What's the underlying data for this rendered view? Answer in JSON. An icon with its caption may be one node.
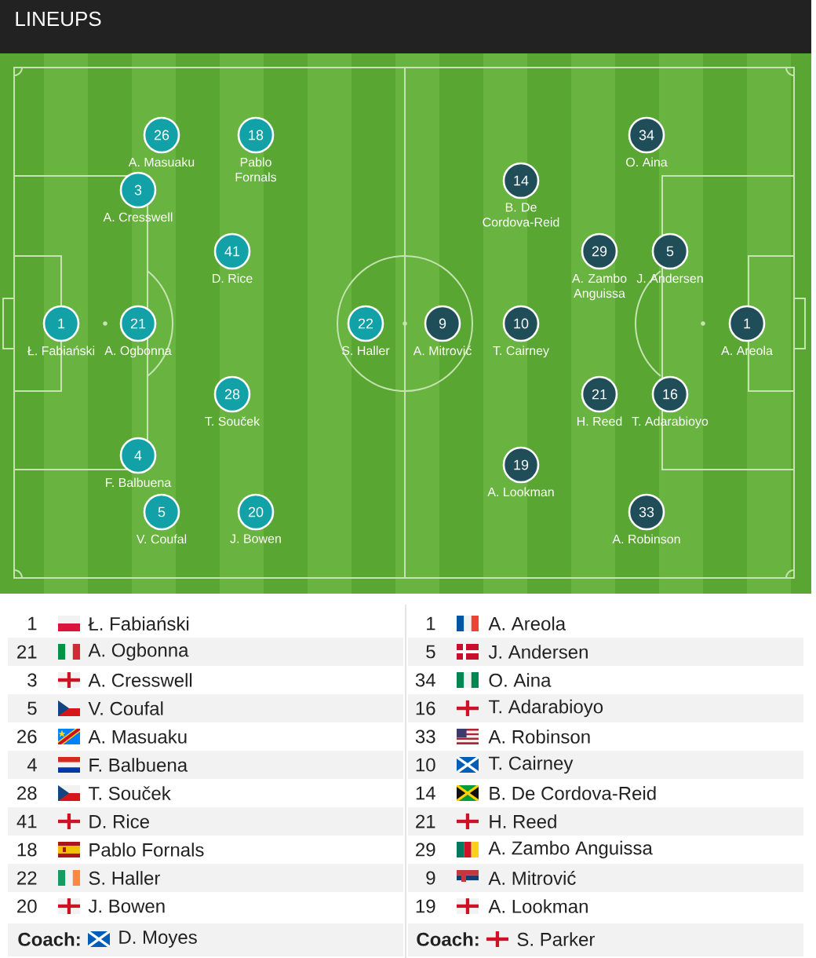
{
  "diagram": {
    "title": "LINEUPS",
    "nodes": [
      {
        "text": [
          "26"
        ],
        "beside": [
          "A. Masuaku"
        ]
      },
      {
        "text": [
          "18"
        ],
        "beside": [
          "Pablo Fornals"
        ]
      },
      {
        "text": [
          "3"
        ],
        "beside": [
          "A. Cresswell"
        ]
      },
      {
        "text": [
          "41"
        ],
        "beside": [
          "D. Rice"
        ]
      },
      {
        "text": [
          "1"
        ],
        "beside": [
          "Ł. Fabiański"
        ]
      },
      {
        "text": [
          "21"
        ],
        "beside": [
          "A. Ogbonna"
        ]
      },
      {
        "text": [
          "22"
        ],
        "beside": [
          "S. Haller"
        ]
      },
      {
        "text": [
          "28"
        ],
        "beside": [
          "T. Souček"
        ]
      },
      {
        "text": [
          "4"
        ],
        "beside": [
          "F. Balbuena"
        ]
      },
      {
        "text": [
          "5"
        ],
        "beside": [
          "V. Coufal"
        ]
      },
      {
        "text": [
          "20"
        ],
        "beside": [
          "J. Bowen"
        ]
      },
      {
        "text": [
          "34"
        ],
        "beside": [
          "O. Aina"
        ]
      },
      {
        "text": [
          "14"
        ],
        "beside": [
          "B. De Cordova-Reid"
        ]
      },
      {
        "text": [
          "29"
        ],
        "beside": [
          "A. Zambo Anguissa"
        ]
      },
      {
        "text": [
          "5"
        ],
        "beside": [
          "J. Andersen"
        ]
      },
      {
        "text": [
          "9"
        ],
        "beside": [
          "A. Mitrović"
        ]
      },
      {
        "text": [
          "10"
        ],
        "beside": [
          "T. Cairney"
        ]
      },
      {
        "text": [
          "1"
        ],
        "beside": [
          "A. Areola"
        ]
      },
      {
        "text": [
          "21"
        ],
        "beside": [
          "H. Reed"
        ]
      },
      {
        "text": [
          "16"
        ],
        "beside": [
          "T. Adarabioyo"
        ]
      },
      {
        "text": [
          "19"
        ],
        "beside": [
          "A. Lookman"
        ]
      },
      {
        "text": [
          "33"
        ],
        "beside": [
          "A. Robinson"
        ]
      }
    ],
    "labels": [
      "1",
      "Ł. Fabiański",
      "21",
      "A. Ogbonna",
      "3",
      "A. Cresswell",
      "5",
      "V. Coufal",
      "26",
      "A. Masuaku",
      "4",
      "F. Balbuena",
      "28",
      "T. Souček",
      "41",
      "D. Rice",
      "18",
      "Pablo Fornals",
      "22",
      "S. Haller",
      "20",
      "J. Bowen",
      "Coach:",
      "D. Moyes",
      "1",
      "A. Areola",
      "5",
      "J. Andersen",
      "34",
      "O. Aina",
      "16",
      "T. Adarabioyo",
      "33",
      "A. Robinson",
      "10",
      "T. Cairney",
      "14",
      "B. De Cordova-Reid",
      "21",
      "H. Reed",
      "29",
      "A. Zambo Anguissa",
      "9",
      "A. Mitrović",
      "19",
      "A. Lookman",
      "Coach:",
      "S. Parker"
    ]
  }
}
